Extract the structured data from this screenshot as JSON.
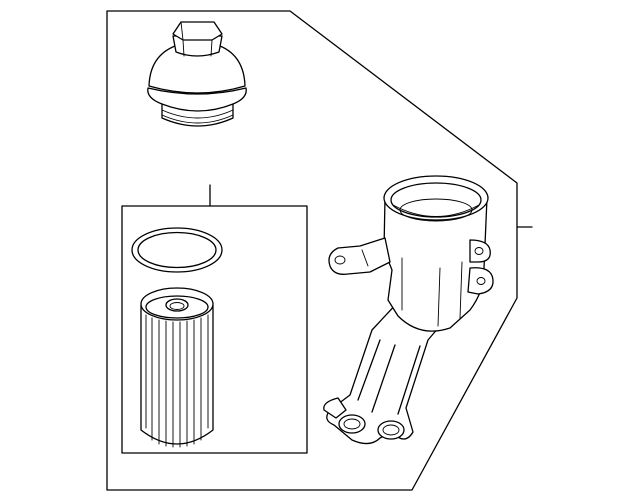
{
  "diagram": {
    "style": "line-art exploded parts view",
    "line_color": "#000000",
    "background_color": "#ffffff",
    "parts": [
      {
        "id": "filter-cap",
        "icon": "oil-filter-cap-icon"
      },
      {
        "id": "o-ring",
        "icon": "o-ring-seal-icon"
      },
      {
        "id": "filter-element",
        "icon": "oil-filter-element-icon"
      },
      {
        "id": "filter-housing",
        "icon": "oil-filter-housing-icon"
      }
    ],
    "callouts": [
      {
        "id": "callout-filter-kit",
        "target": "filter-kit-box"
      },
      {
        "id": "callout-housing-assembly",
        "target": "assembly-outline"
      }
    ]
  }
}
